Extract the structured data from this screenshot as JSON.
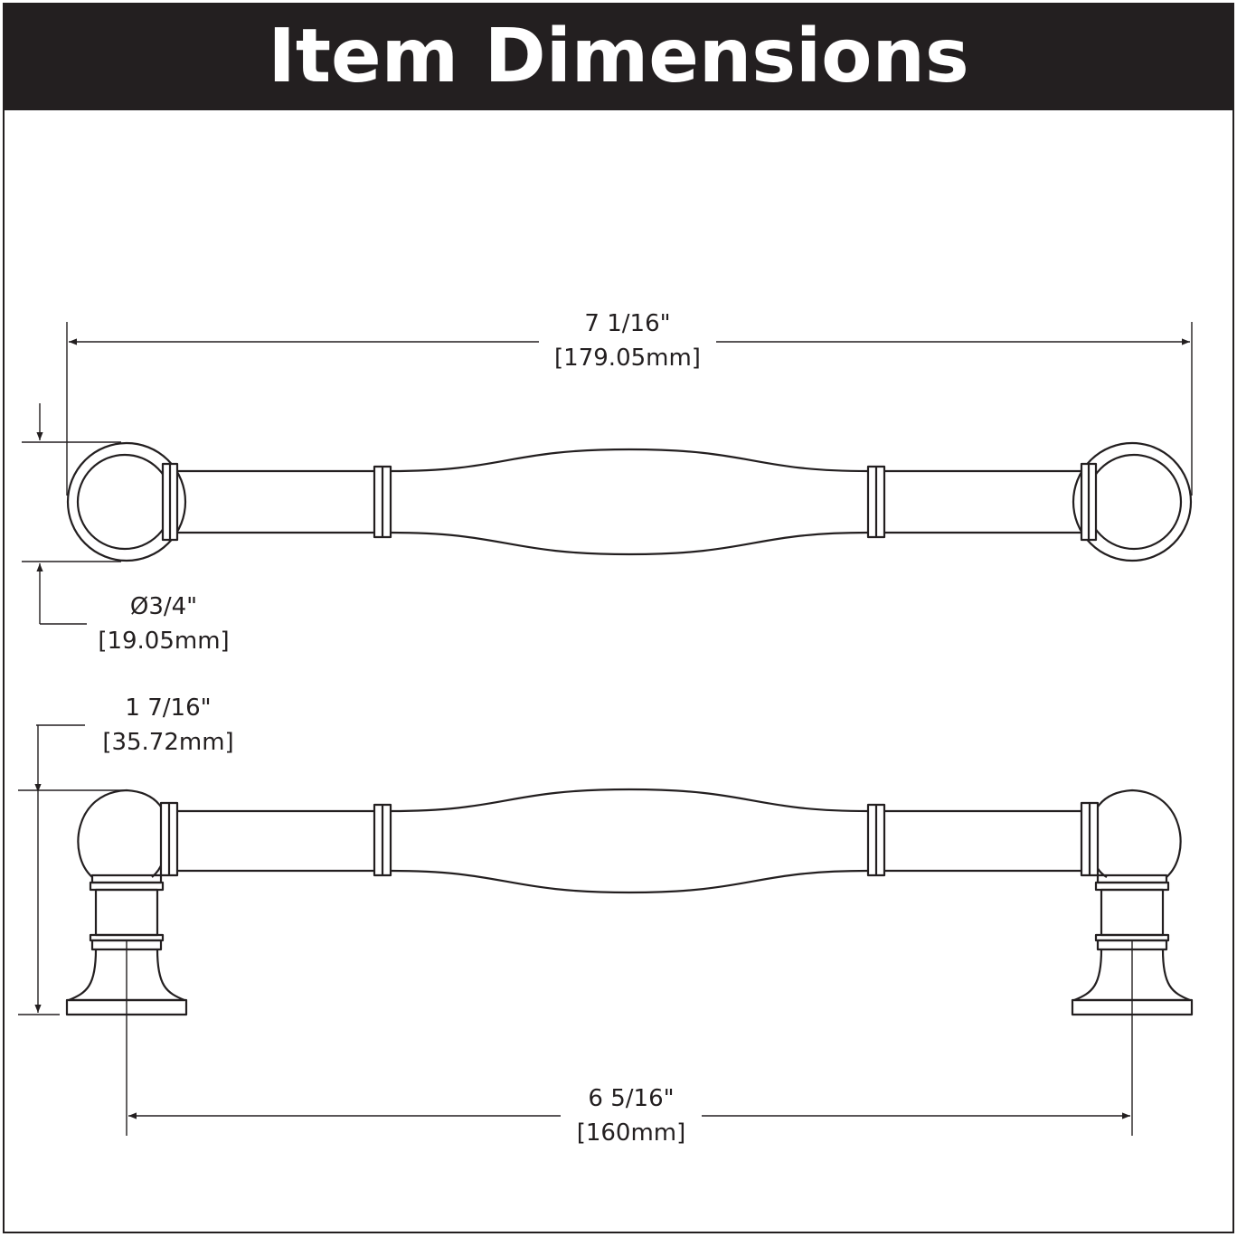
{
  "header": {
    "title": "Item Dimensions"
  },
  "colors": {
    "ink": "#231f20",
    "background": "#ffffff"
  },
  "dimensions": {
    "overall_length": {
      "imperial": "7 1/16\"",
      "metric": "[179.05mm]"
    },
    "diameter": {
      "imperial": "Ø3/4\"",
      "metric": "[19.05mm]"
    },
    "projection": {
      "imperial": "1 7/16\"",
      "metric": "[35.72mm]"
    },
    "center_to_center": {
      "imperial": "6 5/16\"",
      "metric": "[160mm]"
    }
  }
}
